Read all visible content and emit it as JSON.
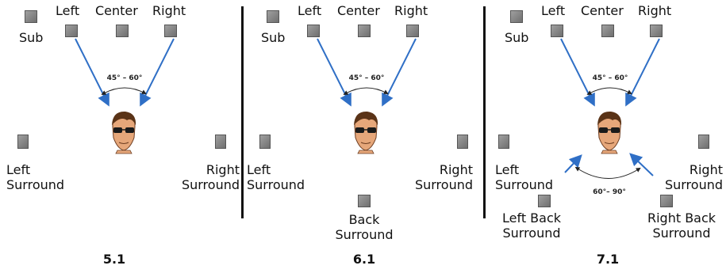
{
  "panels": [
    {
      "labels": {
        "sub": "Sub",
        "left": "Left",
        "center": "Center",
        "right": "Right",
        "left_surround": "Left\nSurround",
        "right_surround": "Right\nSurround"
      },
      "front_angle": "45° – 60°",
      "caption": "5.1"
    },
    {
      "labels": {
        "sub": "Sub",
        "left": "Left",
        "center": "Center",
        "right": "Right",
        "left_surround": "Left\nSurround",
        "right_surround": "Right\nSurround",
        "back_surround": "Back\nSurround"
      },
      "front_angle": "45° – 60°",
      "caption": "6.1"
    },
    {
      "labels": {
        "sub": "Sub",
        "left": "Left",
        "center": "Center",
        "right": "Right",
        "left_surround": "Left\nSurround",
        "right_surround": "Right\nSurround",
        "left_back_surround": "Left Back\nSurround",
        "right_back_surround": "Right Back\nSurround"
      },
      "front_angle": "45° – 60°",
      "rear_angle": "60°– 90°",
      "caption": "7.1"
    }
  ],
  "colors": {
    "arrow": "#2f6fc6",
    "speaker": "#808080",
    "divider": "#111111"
  }
}
